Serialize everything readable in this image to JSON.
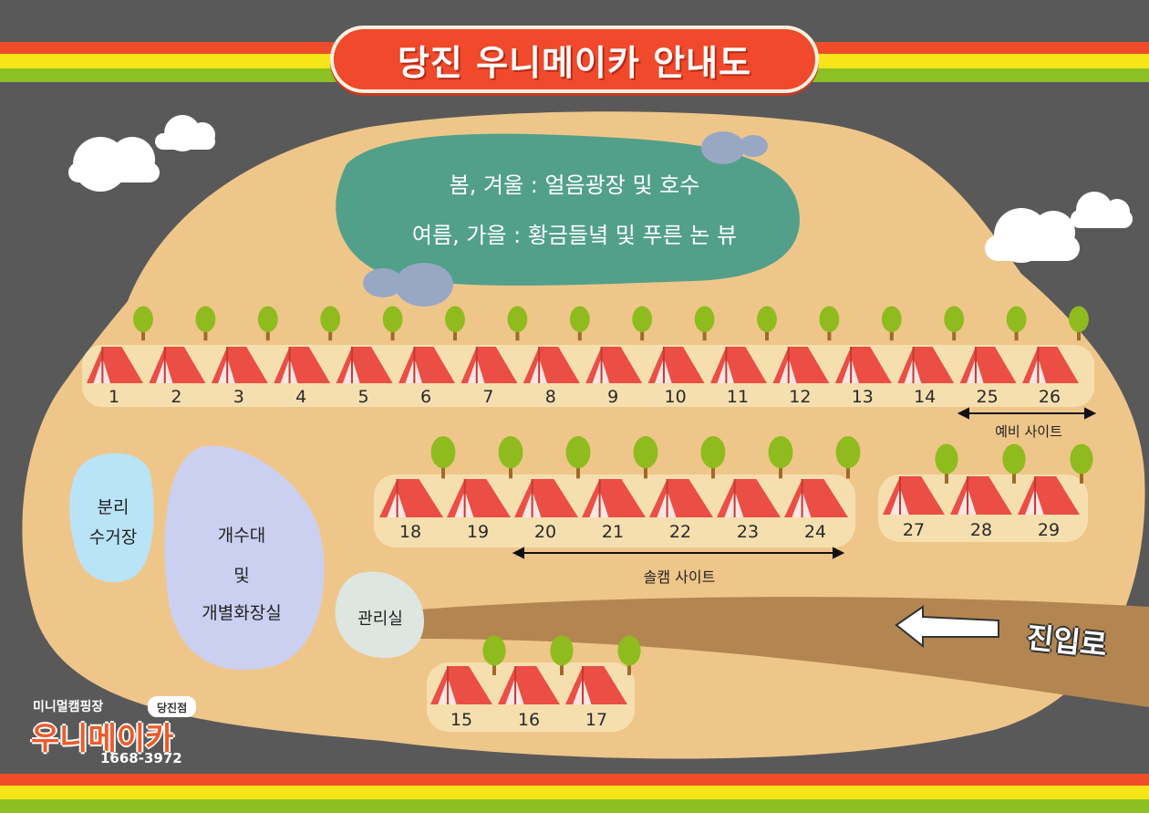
{
  "title": "당진 우니메이카 안내도",
  "season_info": {
    "line1": "봄, 겨울 : 얼음광장 및 호수",
    "line2": "여름, 가을 : 황금들녘 및 푸른 논 뷰"
  },
  "row1_sites": [
    "1",
    "2",
    "3",
    "4",
    "5",
    "6",
    "7",
    "8",
    "9",
    "10",
    "11",
    "12",
    "13",
    "14",
    "25",
    "26"
  ],
  "row2_sites": [
    "18",
    "19",
    "20",
    "21",
    "22",
    "23",
    "24"
  ],
  "row3_sites": [
    "27",
    "28",
    "29"
  ],
  "row4_sites": [
    "15",
    "16",
    "17"
  ],
  "labels": {
    "reserve_site": "예비 사이트",
    "solo_site": "솔캠 사이트",
    "recycling": [
      "분리",
      "수거장"
    ],
    "facilities": [
      "개수대",
      "및",
      "개별화장실"
    ],
    "office": "관리실",
    "entrance": "진입로"
  },
  "logo": {
    "top": "미니멀캠핑장",
    "badge": "당진점",
    "name": "우니메이카",
    "phone": "1668-3972"
  },
  "colors": {
    "ground": "#efc68a",
    "tent": "#ea4e45",
    "tree": "#8fbb1f",
    "pond": "#52a08a",
    "road": "#b38550",
    "title_badge": "#f0492b"
  }
}
